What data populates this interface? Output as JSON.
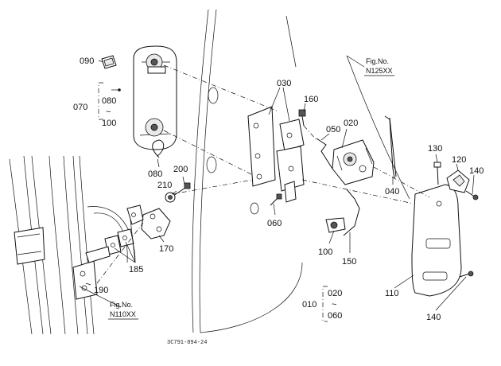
{
  "figure_refs": {
    "top": {
      "line1": "Fig.No.",
      "line2": "N125XX"
    },
    "bottom": {
      "line1": "Fig.No.",
      "line2": "N110XX"
    }
  },
  "callouts": {
    "p090": "090",
    "p070": "070",
    "p080a": "080",
    "tilde1": "~",
    "p100a": "100",
    "p080b": "080",
    "p030": "030",
    "p160": "160",
    "p020": "020",
    "p050": "050",
    "p200": "200",
    "p210": "210",
    "p130": "130",
    "p120": "120",
    "p140a": "140",
    "p040": "040",
    "p060": "060",
    "p170": "170",
    "p185": "185",
    "p190": "190",
    "p100b": "100",
    "p150": "150",
    "p110": "110",
    "p010": "010",
    "p020b": "020",
    "tilde2": "~",
    "p060b": "060",
    "p140b": "140"
  },
  "drawing_code": "3C791-094-24"
}
